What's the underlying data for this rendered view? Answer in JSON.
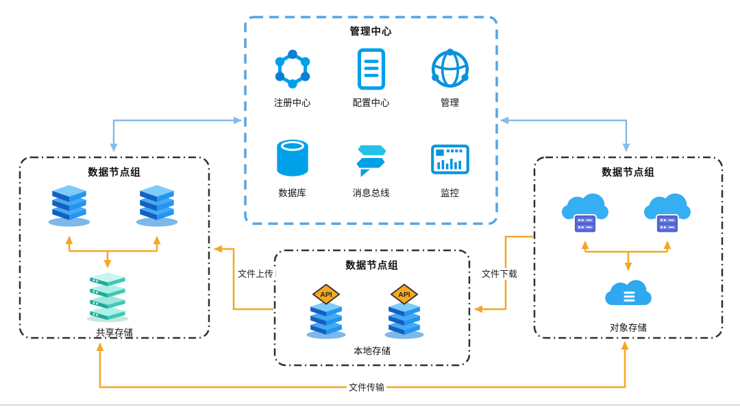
{
  "management_center": {
    "title": "管理中心",
    "items": [
      {
        "label": "注册中心"
      },
      {
        "label": "配置中心"
      },
      {
        "label": "管理"
      },
      {
        "label": "数据库"
      },
      {
        "label": "消息总线"
      },
      {
        "label": "监控"
      }
    ]
  },
  "left_group": {
    "title": "数据节点组",
    "storage_label": "共享存储"
  },
  "center_group": {
    "title": "数据节点组",
    "storage_label": "本地存储",
    "api_badge": "API"
  },
  "right_group": {
    "title": "数据节点组",
    "storage_label": "对象存储"
  },
  "connections": {
    "upload_label": "文件上传",
    "download_label": "文件下载",
    "transfer_label": "文件传输"
  },
  "colors": {
    "icon_primary": "#00a0e9",
    "management_border": "#55a4e4",
    "group_border": "#2f2f2f",
    "arrow_orange": "#f5a623",
    "arrow_blue": "#86bbe8"
  }
}
